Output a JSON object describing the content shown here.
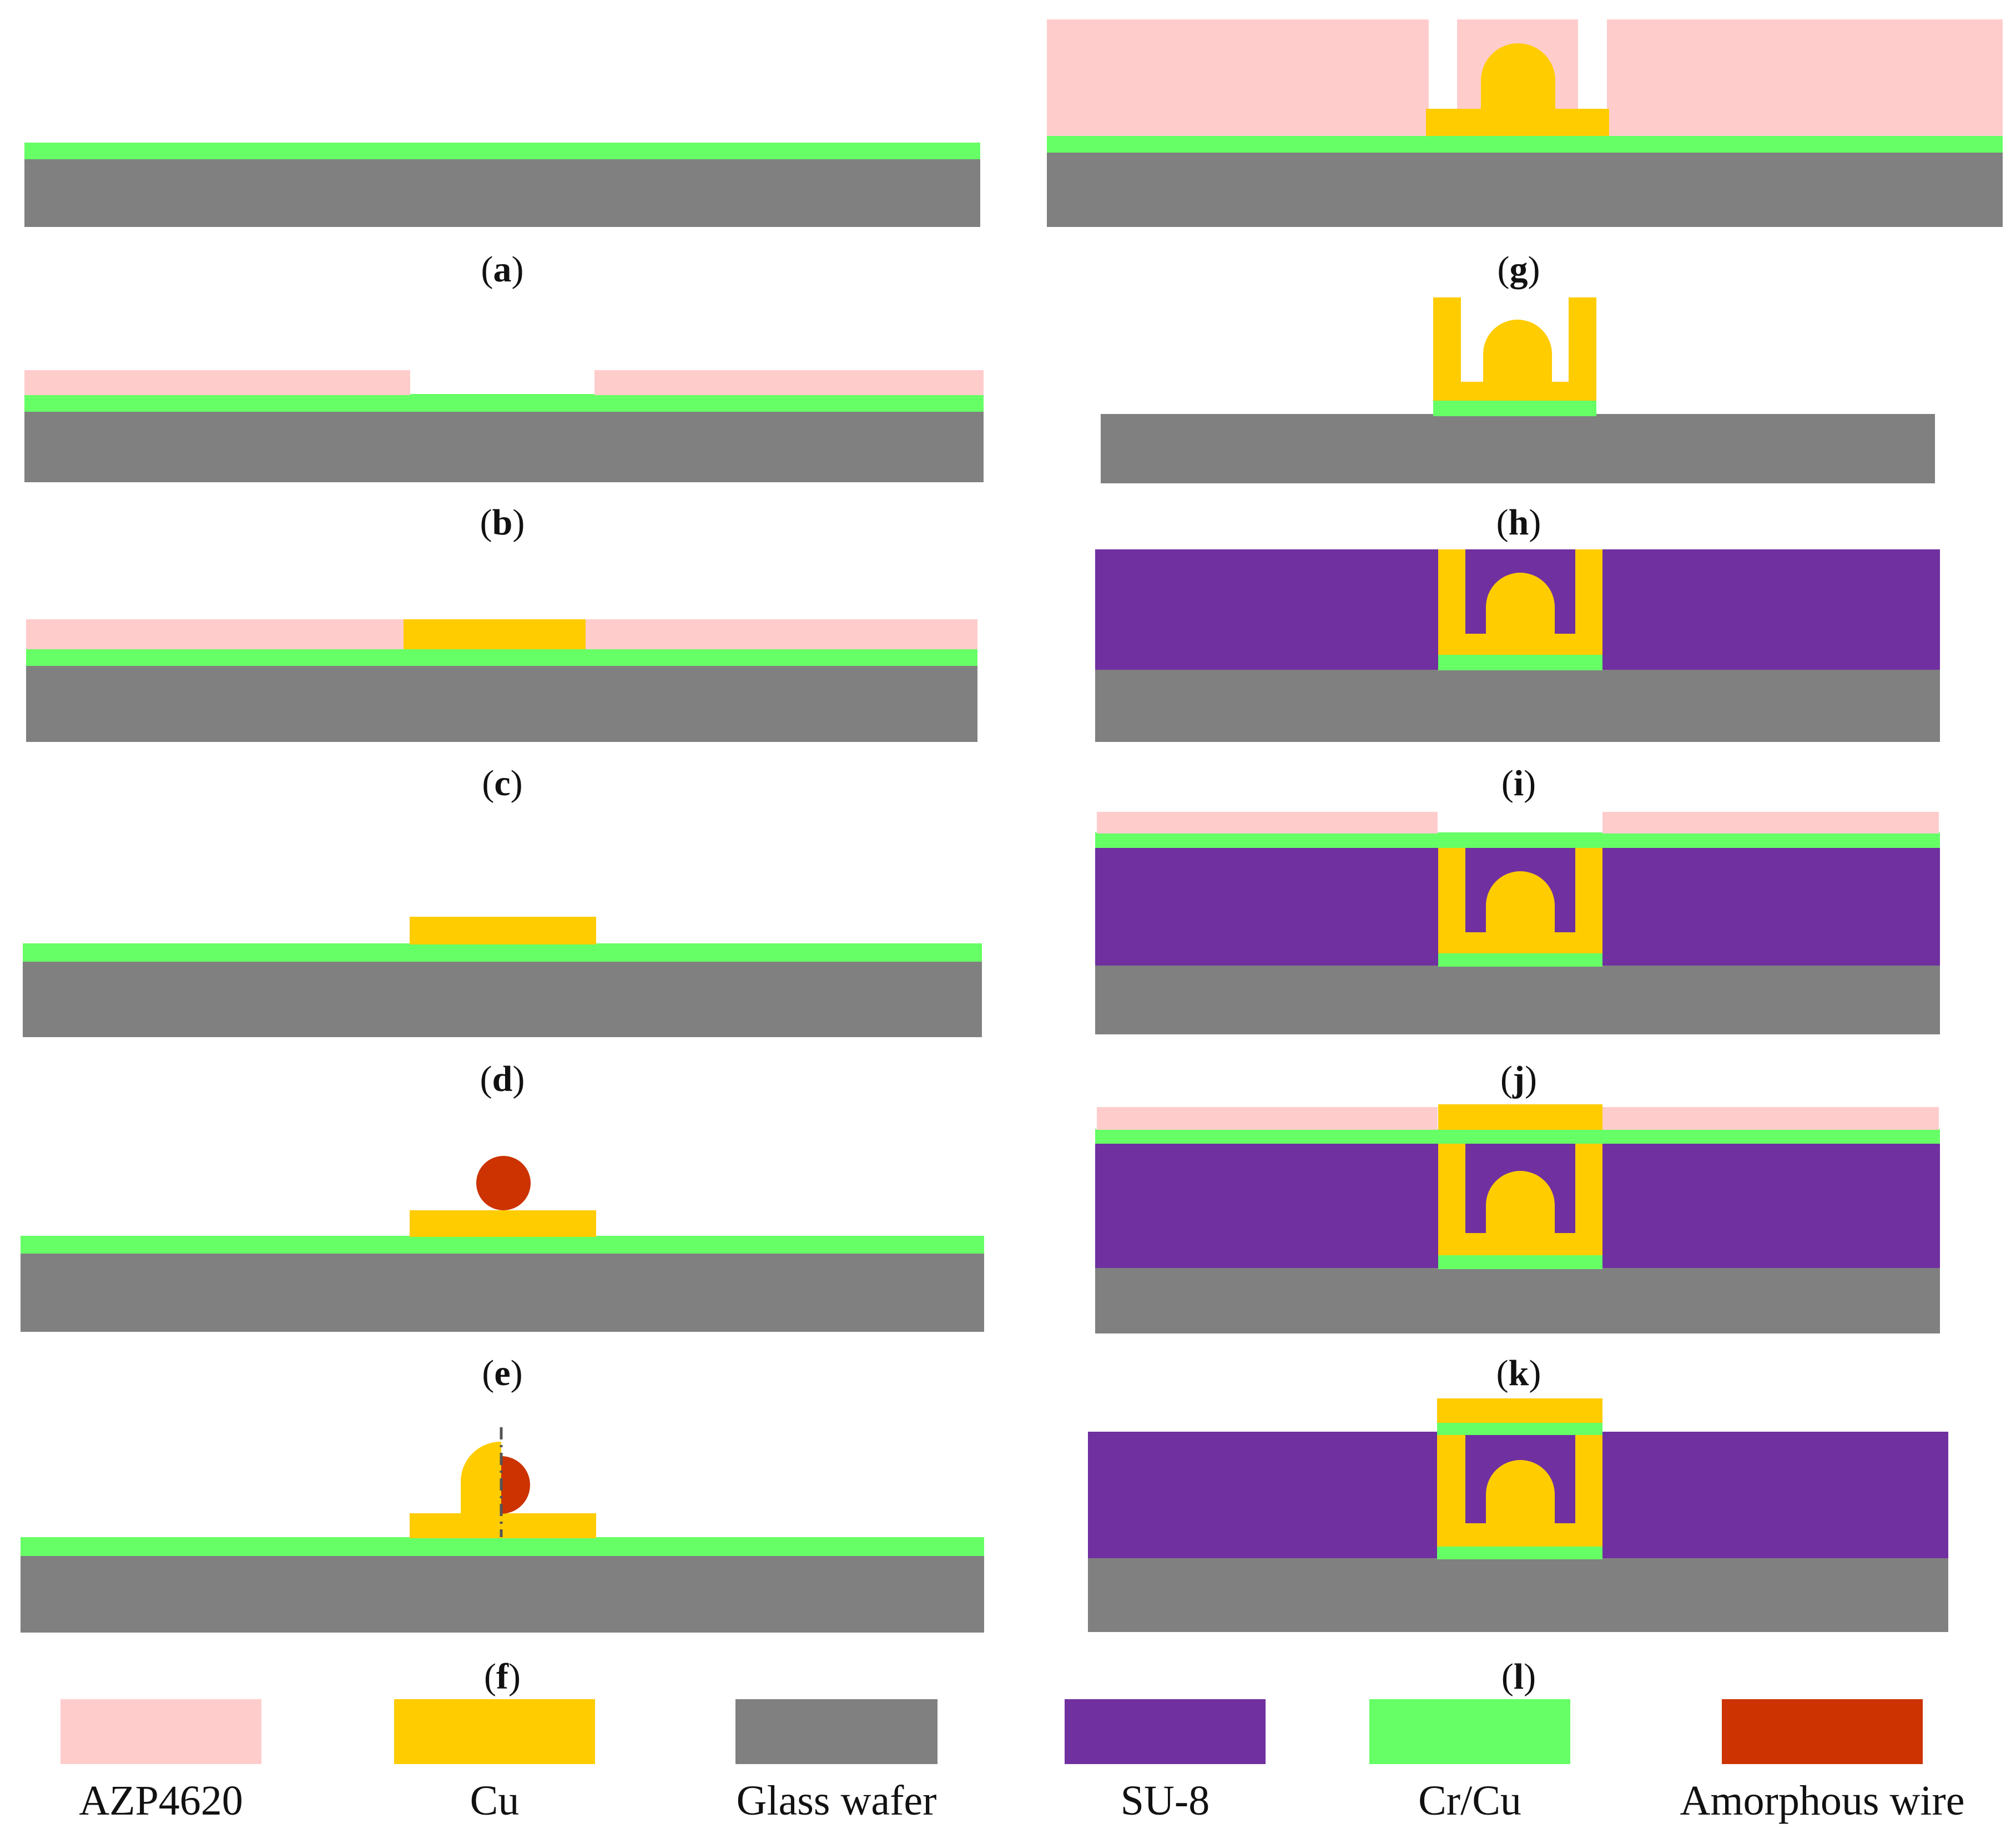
{
  "colors": {
    "azp4620": "#FFCCCC",
    "cu": "#FFCC00",
    "glass_wafer": "#808080",
    "su8": "#7030A0",
    "cr_cu": "#66FF66",
    "amorphous_wire": "#CC3300"
  },
  "panels": [
    {
      "id": "a",
      "paren_open": "(",
      "letter": "a",
      "paren_close": ")"
    },
    {
      "id": "b",
      "paren_open": "(",
      "letter": "b",
      "paren_close": ")"
    },
    {
      "id": "c",
      "paren_open": "(",
      "letter": "c",
      "paren_close": ")"
    },
    {
      "id": "d",
      "paren_open": "(",
      "letter": "d",
      "paren_close": ")"
    },
    {
      "id": "e",
      "paren_open": "(",
      "letter": "e",
      "paren_close": ")"
    },
    {
      "id": "f",
      "paren_open": "(",
      "letter": "f",
      "paren_close": ")"
    },
    {
      "id": "g",
      "paren_open": "(",
      "letter": "g",
      "paren_close": ")"
    },
    {
      "id": "h",
      "paren_open": "(",
      "letter": "h",
      "paren_close": ")"
    },
    {
      "id": "i",
      "paren_open": "(",
      "letter": "i",
      "paren_close": ")"
    },
    {
      "id": "j",
      "paren_open": "(",
      "letter": "j",
      "paren_close": ")"
    },
    {
      "id": "k",
      "paren_open": "(",
      "letter": "k",
      "paren_close": ")"
    },
    {
      "id": "l",
      "paren_open": "(",
      "letter": "l",
      "paren_close": ")"
    }
  ],
  "legend": [
    {
      "key": "azp4620",
      "label": "AZP4620"
    },
    {
      "key": "cu",
      "label": "Cu"
    },
    {
      "key": "glass_wafer",
      "label": "Glass wafer"
    },
    {
      "key": "su8",
      "label": "SU-8"
    },
    {
      "key": "cr_cu",
      "label": "Cr/Cu"
    },
    {
      "key": "amorphous_wire",
      "label": "Amorphous wire"
    }
  ]
}
